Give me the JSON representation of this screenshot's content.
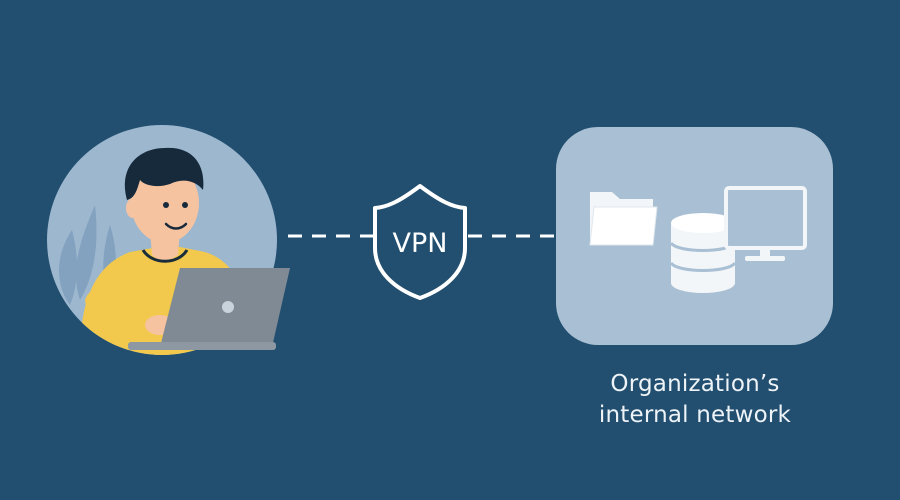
{
  "vpn_badge": {
    "label": "VPN"
  },
  "network": {
    "caption_line_1": "Organization’s",
    "caption_line_2": "internal network"
  },
  "colors": {
    "background": "#224f70",
    "circle_fill": "#9db7cf",
    "panel_fill": "#a9bfd3",
    "shirt": "#f2c94c",
    "skin": "#f6c3a0",
    "hair": "#162a3b",
    "laptop": "#7f8a94",
    "icon_white": "#f3f6f9",
    "line": "#ffffff"
  },
  "icons": [
    "user-icon",
    "laptop-icon",
    "vpn-shield-icon",
    "folder-icon",
    "database-icon",
    "monitor-icon"
  ]
}
